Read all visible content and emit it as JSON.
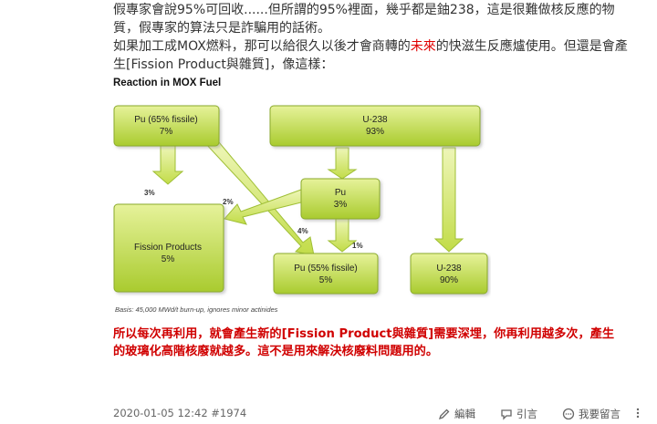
{
  "post": {
    "line1": "假專家會說95%可回收......但所謂的95%裡面，幾乎都是鈾238，這是很難做核反應的物",
    "line2": "質，假專家的算法只是詐騙用的話術。",
    "line3_a": "如果加工成MOX燃料，那可以給很久以後才會商轉的",
    "line3_red": "未來",
    "line3_b": "的快滋生反應爐使用。但還是會產",
    "line4": "生[Fission Product與雜質]，像這樣：",
    "red_line1": "所以每次再利用，就會產生新的[Fission Product與雜質]需要深埋，你再利用越多次，產生",
    "red_line2": "的玻璃化高階核廢就越多。這不是用來解決核廢料問題用的。"
  },
  "figure": {
    "title": "Reaction in MOX Fuel",
    "basis": "Basis: 45,000 MWd/t burn-up, ignores minor actinides",
    "boxes": {
      "pu_in": {
        "name": "Pu (65% fissile)",
        "value": "7%"
      },
      "u238_in": {
        "name": "U-238",
        "value": "93%"
      },
      "pu_mid": {
        "name": "Pu",
        "value": "3%"
      },
      "fp": {
        "name": "Fission Products",
        "value": "5%"
      },
      "pu_out": {
        "name": "Pu (55% fissile)",
        "value": "5%"
      },
      "u238_out": {
        "name": "U-238",
        "value": "90%"
      }
    },
    "labels": {
      "a": "3%",
      "b": "2%",
      "c": "4%",
      "d": "1%"
    },
    "colors": {
      "box_top": "#e6f29a",
      "box_bottom": "#a9cb2f",
      "stroke": "#8aaa2a",
      "arrow": "#cfe45d"
    }
  },
  "footer": {
    "meta": "2020-01-05 12:42 #1974",
    "edit": "編輯",
    "quote": "引言",
    "reply": "我要留言"
  }
}
